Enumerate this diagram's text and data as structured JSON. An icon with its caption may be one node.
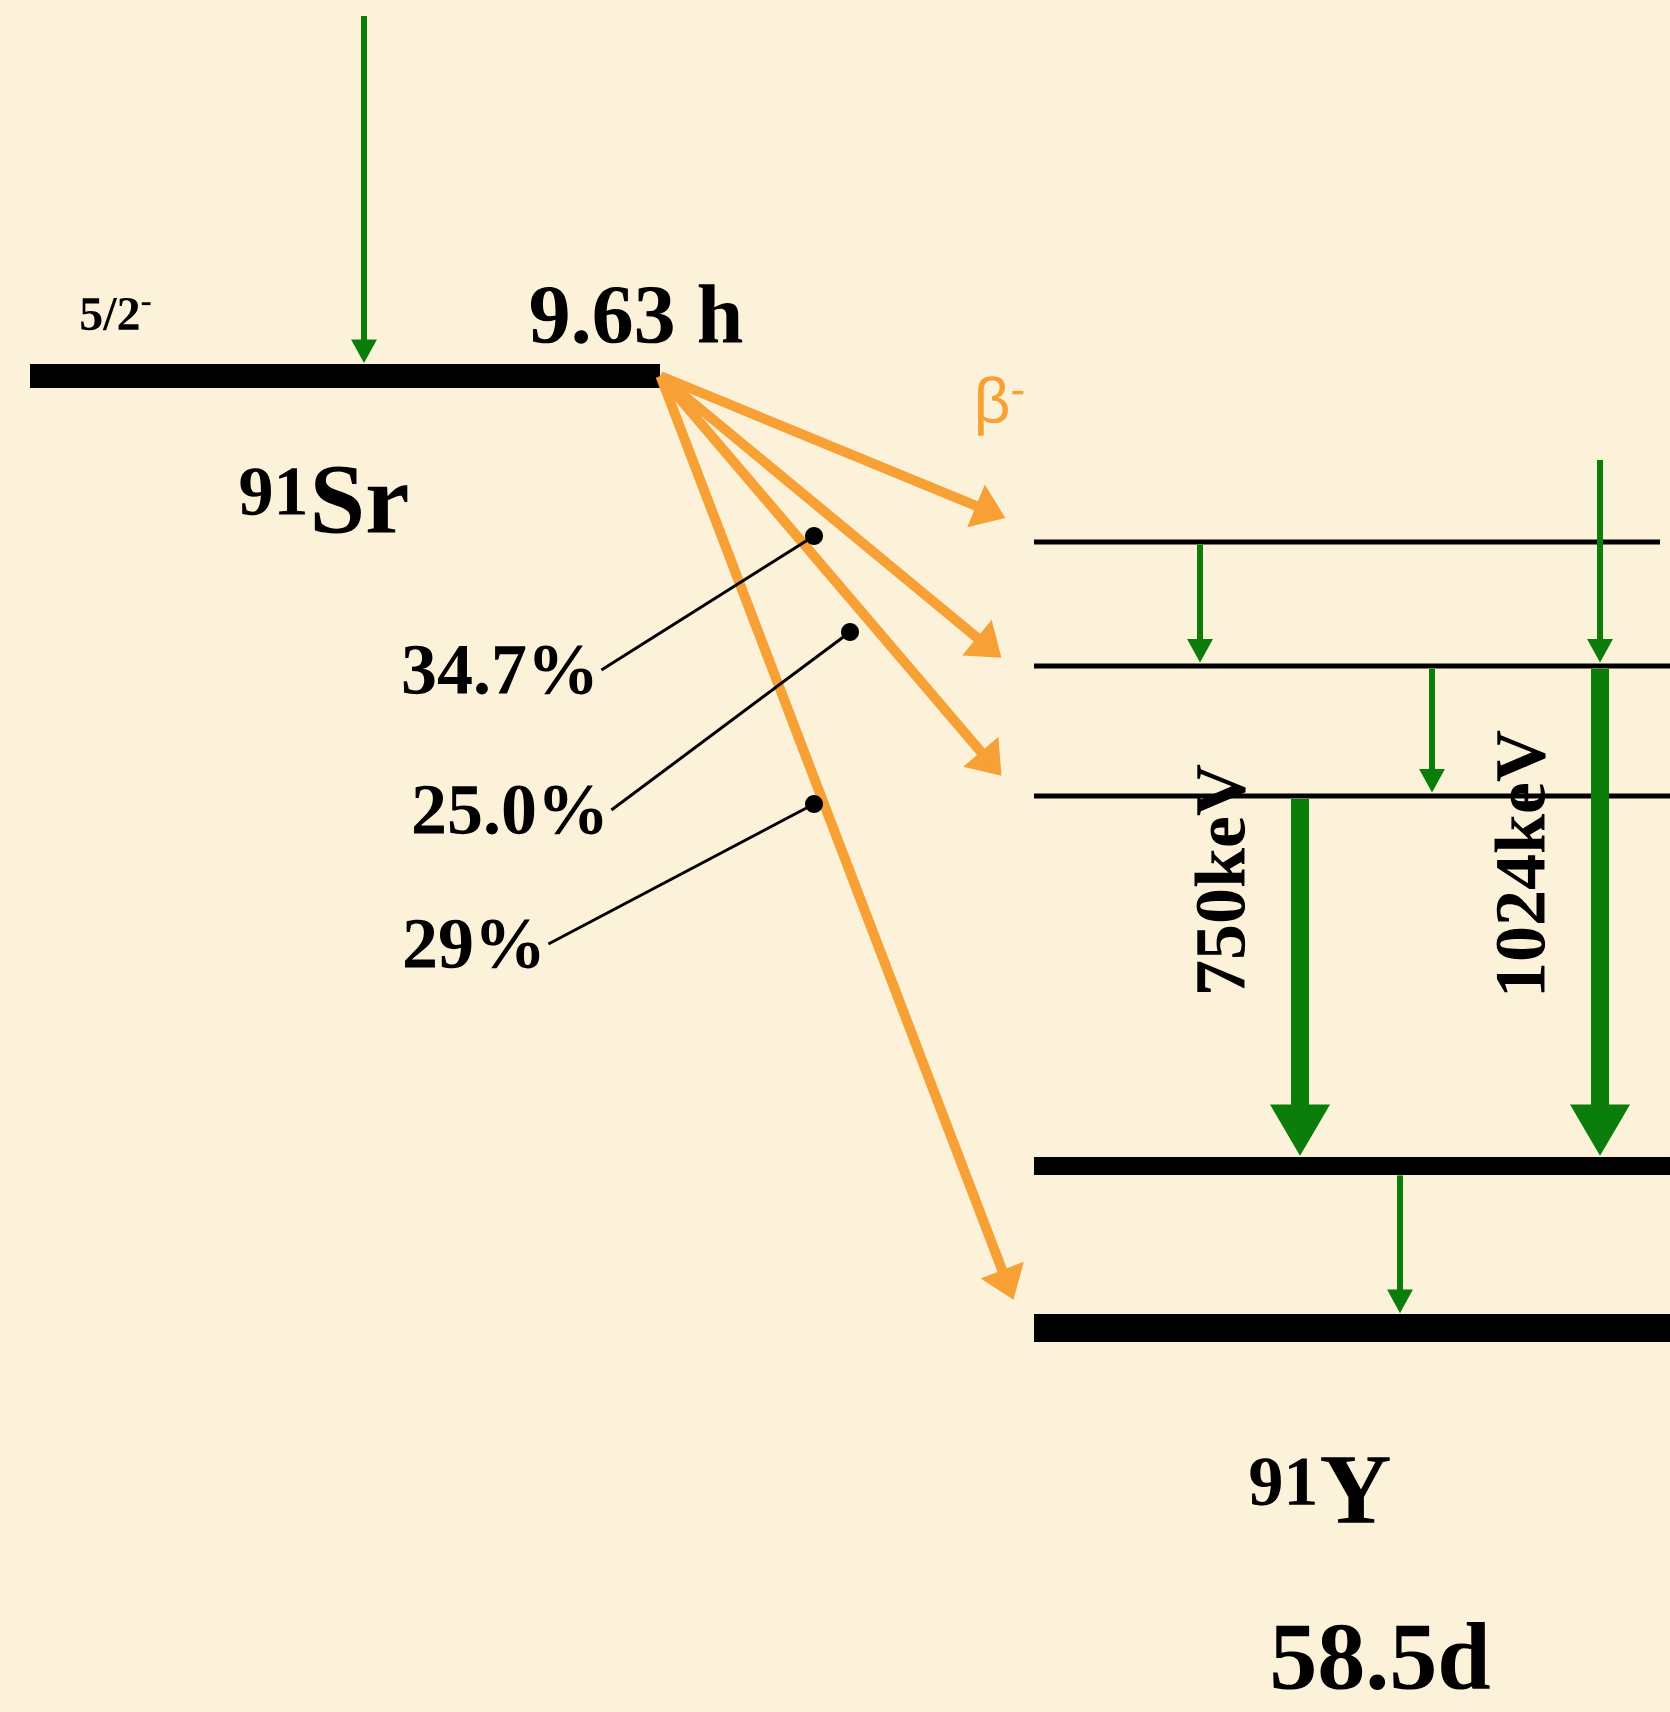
{
  "diagram": {
    "nodes": [
      {
        "text": [],
        "shape": "bar",
        "beside": [
          "5/2$^{-}$",
          "9.63 h",
          "$^{91}$Sr"
        ]
      },
      {
        "text": [],
        "shape": "bar"
      },
      {
        "text": [],
        "shape": "bar"
      },
      {
        "text": [],
        "shape": "bar"
      },
      {
        "text": [],
        "shape": "bar"
      },
      {
        "text": [],
        "shape": "bar",
        "beside": [
          "$^{91}$Y",
          "58.5d"
        ]
      },
      {
        "text": [
          "34.7%"
        ]
      },
      {
        "text": [
          "25.0%"
        ]
      },
      {
        "text": [
          "29%"
        ]
      }
    ],
    "edges": [
      {
        "from": null,
        "to": 0,
        "arrow": "to"
      },
      {
        "from": 0,
        "to": 1,
        "arrow": "to",
        "color": "#f7a035"
      },
      {
        "from": 0,
        "to": 2,
        "arrow": "to",
        "color": "#f7a035"
      },
      {
        "from": 0,
        "to": 3,
        "arrow": "to",
        "color": "#f7a035"
      },
      {
        "from": 0,
        "to": 5,
        "arrow": "to",
        "color": "#f7a035"
      },
      {
        "from": 1,
        "to": 2,
        "arrow": "to"
      },
      {
        "from": null,
        "to": 2,
        "arrow": "to"
      },
      {
        "from": 2,
        "to": 3,
        "arrow": "to"
      },
      {
        "from": 3,
        "to": 4,
        "arrow": "to",
        "style": "thick",
        "label": "750keV"
      },
      {
        "from": 2,
        "to": 4,
        "arrow": "to",
        "style": "thick",
        "label": "1024keV"
      },
      {
        "from": 4,
        "to": 5,
        "arrow": "to"
      },
      {
        "from": 6,
        "to": null,
        "arrow": "other",
        "color": "#000000"
      },
      {
        "from": 7,
        "to": null,
        "arrow": "other",
        "color": "#000000"
      },
      {
        "from": 8,
        "to": null,
        "arrow": "other",
        "color": "#000000"
      }
    ],
    "labels": [
      "β$^{-}$"
    ]
  }
}
